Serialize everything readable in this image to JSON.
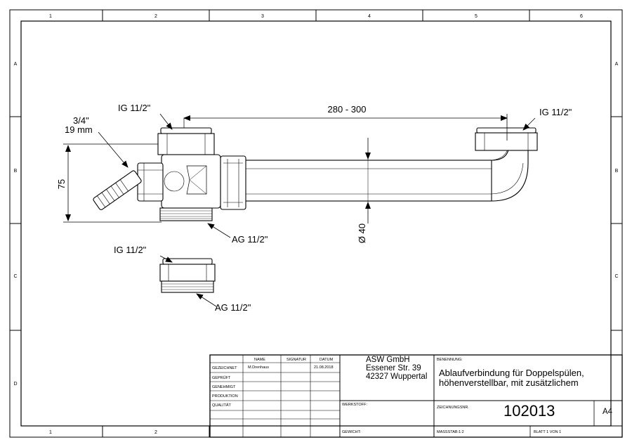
{
  "frame": {
    "columns": [
      "1",
      "2",
      "3",
      "4",
      "5",
      "6"
    ],
    "rows": [
      "A",
      "B",
      "C",
      "D"
    ]
  },
  "dimensions": {
    "top_length": "280 - 300",
    "height": "75",
    "diameter": "Ø 40",
    "hose": "3/4\"",
    "hose_mm": "19 mm"
  },
  "callouts": {
    "ig_tee": "IG 11/2\"",
    "ig_right": "IG 11/2\"",
    "ag_tee": "AG 11/2\"",
    "ig_nut": "IG 11/2\"",
    "ag_nut": "AG 11/2\""
  },
  "title_block": {
    "headers": {
      "name": "NAME",
      "signatur": "SIGNATUR",
      "datum": "DATUM"
    },
    "rows": [
      "GEZEICHNET",
      "GEPRÜFT",
      "GENEHMIGT",
      "PRODUKTION",
      "QUALITÄT"
    ],
    "drawn_by": "M.Drenhaus",
    "drawn_date": "21.08.2018",
    "company": [
      "ASW GmbH",
      "Essener Str. 39",
      "42327 Wuppertal"
    ],
    "benennung_label": "BENENNUNG:",
    "benennung": [
      "Ablaufverbindung für Doppelspülen,",
      "höhenverstellbar, mit zusätzlichem"
    ],
    "werkstoff_label": "WERKSTOFF:",
    "gewicht_label": "GEWICHT:",
    "zeichnungsnr_label": "ZEICHNUNGSNR.",
    "zeichnungsnr": "102013",
    "format": "A4",
    "massstab": "MASSSTAB:1:2",
    "blatt": "BLATT 1 VON 1"
  }
}
